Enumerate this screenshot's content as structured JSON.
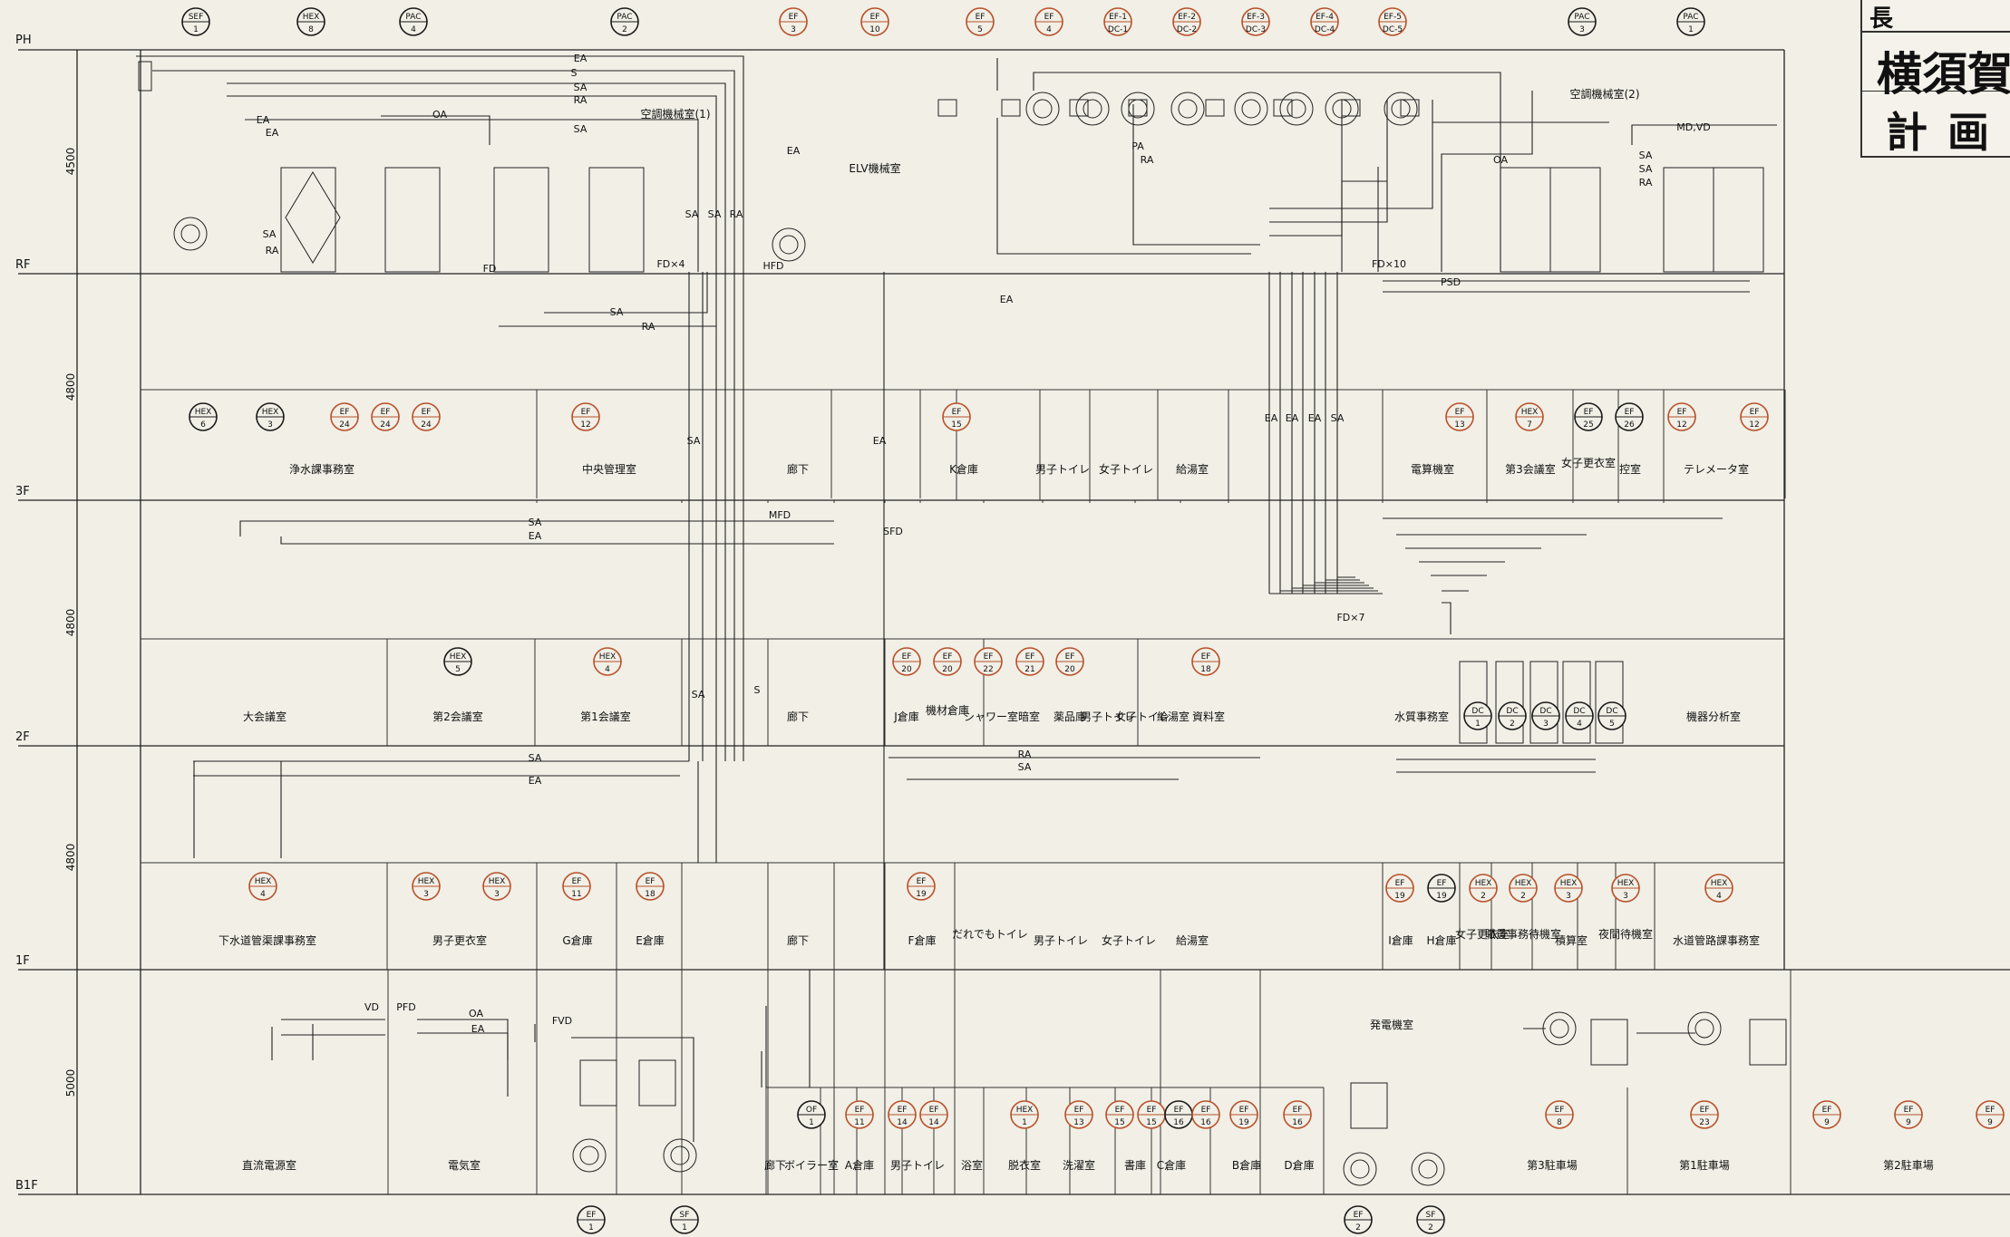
{
  "title_block": {
    "header": "長",
    "line1": "横須賀",
    "line2": "計画"
  },
  "floors": [
    {
      "id": "PH",
      "label": "PH"
    },
    {
      "id": "RF",
      "label": "RF"
    },
    {
      "id": "3F",
      "label": "3F"
    },
    {
      "id": "2F",
      "label": "2F"
    },
    {
      "id": "1F",
      "label": "1F"
    },
    {
      "id": "B1F",
      "label": "B1F"
    }
  ],
  "dimensions": [
    "4500",
    "4800",
    "4800",
    "4800",
    "5000"
  ],
  "top_equipment": [
    {
      "t": "SEF",
      "n": "1",
      "c": "k"
    },
    {
      "t": "HEX",
      "n": "8",
      "c": "k"
    },
    {
      "t": "PAC",
      "n": "4",
      "c": "k"
    },
    {
      "t": "PAC",
      "n": "2",
      "c": "k"
    },
    {
      "t": "EF",
      "n": "3",
      "c": "o"
    },
    {
      "t": "EF",
      "n": "10",
      "c": "o"
    },
    {
      "t": "EF",
      "n": "5",
      "c": "o"
    },
    {
      "t": "EF",
      "n": "4",
      "c": "o"
    },
    {
      "t": "EF-1",
      "n": "DC-1",
      "c": "o"
    },
    {
      "t": "EF-2",
      "n": "DC-2",
      "c": "o"
    },
    {
      "t": "EF-3",
      "n": "DC-3",
      "c": "o"
    },
    {
      "t": "EF-4",
      "n": "DC-4",
      "c": "o"
    },
    {
      "t": "EF-5",
      "n": "DC-5",
      "c": "o"
    },
    {
      "t": "PAC",
      "n": "3",
      "c": "k"
    },
    {
      "t": "PAC",
      "n": "1",
      "c": "k"
    }
  ],
  "bottom_equipment": [
    {
      "t": "EF",
      "n": "1",
      "c": "k"
    },
    {
      "t": "SF",
      "n": "1",
      "c": "k"
    },
    {
      "t": "EF",
      "n": "2",
      "c": "k"
    },
    {
      "t": "SF",
      "n": "2",
      "c": "k"
    }
  ],
  "rooms": [
    {
      "l": "空調機械室(1)"
    },
    {
      "l": "ELV機械室"
    },
    {
      "l": "空調機械室(2)"
    },
    {
      "l": "浄水課事務室"
    },
    {
      "l": "中央管理室"
    },
    {
      "l": "廊下"
    },
    {
      "l": "K倉庫"
    },
    {
      "l": "男子トイレ"
    },
    {
      "l": "女子トイレ"
    },
    {
      "l": "給湯室"
    },
    {
      "l": "電算機室"
    },
    {
      "l": "第3会議室"
    },
    {
      "l": "女子更衣室"
    },
    {
      "l": "控室"
    },
    {
      "l": "テレメータ室"
    },
    {
      "l": "大会議室"
    },
    {
      "l": "第2会議室"
    },
    {
      "l": "第1会議室"
    },
    {
      "l": "廊下"
    },
    {
      "l": "J倉庫"
    },
    {
      "l": "機材倉庫"
    },
    {
      "l": "シャワー室"
    },
    {
      "l": "暗室"
    },
    {
      "l": "薬品庫"
    },
    {
      "l": "男子トイレ"
    },
    {
      "l": "女子トイレ"
    },
    {
      "l": "給湯室"
    },
    {
      "l": "資料室"
    },
    {
      "l": "水質事務室"
    },
    {
      "l": "機器分析室"
    },
    {
      "l": "下水道管渠課事務室"
    },
    {
      "l": "男子更衣室"
    },
    {
      "l": "G倉庫"
    },
    {
      "l": "E倉庫"
    },
    {
      "l": "廊下"
    },
    {
      "l": "F倉庫"
    },
    {
      "l": "だれでもトイレ"
    },
    {
      "l": "男子トイレ"
    },
    {
      "l": "女子トイレ"
    },
    {
      "l": "給湯室"
    },
    {
      "l": "I倉庫"
    },
    {
      "l": "H倉庫"
    },
    {
      "l": "女子更衣室"
    },
    {
      "l": "職員事務待機室"
    },
    {
      "l": "積算室"
    },
    {
      "l": "夜間待機室"
    },
    {
      "l": "水道管路課事務室"
    },
    {
      "l": "直流電源室"
    },
    {
      "l": "電気室"
    },
    {
      "l": "廊下"
    },
    {
      "l": "ボイラー室"
    },
    {
      "l": "A倉庫"
    },
    {
      "l": "男子トイレ"
    },
    {
      "l": "浴室"
    },
    {
      "l": "脱衣室"
    },
    {
      "l": "洗濯室"
    },
    {
      "l": "書庫"
    },
    {
      "l": "C倉庫"
    },
    {
      "l": "B倉庫"
    },
    {
      "l": "D倉庫"
    },
    {
      "l": "発電機室"
    },
    {
      "l": "第3駐車場"
    },
    {
      "l": "第1駐車場"
    },
    {
      "l": "第2駐車場"
    }
  ],
  "floor_equipment": [
    {
      "t": "HEX",
      "n": "6",
      "c": "k"
    },
    {
      "t": "HEX",
      "n": "3",
      "c": "k"
    },
    {
      "t": "EF",
      "n": "24",
      "c": "o"
    },
    {
      "t": "EF",
      "n": "24",
      "c": "o"
    },
    {
      "t": "EF",
      "n": "24",
      "c": "o"
    },
    {
      "t": "EF",
      "n": "12",
      "c": "o"
    },
    {
      "t": "EF",
      "n": "15",
      "c": "o"
    },
    {
      "t": "EF",
      "n": "13",
      "c": "o"
    },
    {
      "t": "HEX",
      "n": "7",
      "c": "o"
    },
    {
      "t": "EF",
      "n": "25",
      "c": "k"
    },
    {
      "t": "EF",
      "n": "26",
      "c": "k"
    },
    {
      "t": "EF",
      "n": "12",
      "c": "o"
    },
    {
      "t": "EF",
      "n": "12",
      "c": "o"
    },
    {
      "t": "HEX",
      "n": "5",
      "c": "k"
    },
    {
      "t": "HEX",
      "n": "4",
      "c": "o"
    },
    {
      "t": "EF",
      "n": "20",
      "c": "o"
    },
    {
      "t": "EF",
      "n": "20",
      "c": "o"
    },
    {
      "t": "EF",
      "n": "22",
      "c": "o"
    },
    {
      "t": "EF",
      "n": "21",
      "c": "o"
    },
    {
      "t": "EF",
      "n": "20",
      "c": "o"
    },
    {
      "t": "EF",
      "n": "18",
      "c": "o"
    },
    {
      "t": "DC",
      "n": "1",
      "c": "k"
    },
    {
      "t": "DC",
      "n": "2",
      "c": "k"
    },
    {
      "t": "DC",
      "n": "3",
      "c": "k"
    },
    {
      "t": "DC",
      "n": "4",
      "c": "k"
    },
    {
      "t": "DC",
      "n": "5",
      "c": "k"
    },
    {
      "t": "HEX",
      "n": "4",
      "c": "o"
    },
    {
      "t": "HEX",
      "n": "3",
      "c": "o"
    },
    {
      "t": "HEX",
      "n": "3",
      "c": "o"
    },
    {
      "t": "EF",
      "n": "11",
      "c": "o"
    },
    {
      "t": "EF",
      "n": "18",
      "c": "o"
    },
    {
      "t": "EF",
      "n": "19",
      "c": "o"
    },
    {
      "t": "EF",
      "n": "19",
      "c": "o"
    },
    {
      "t": "EF",
      "n": "19",
      "c": "k"
    },
    {
      "t": "HEX",
      "n": "2",
      "c": "o"
    },
    {
      "t": "HEX",
      "n": "2",
      "c": "o"
    },
    {
      "t": "HEX",
      "n": "3",
      "c": "o"
    },
    {
      "t": "HEX",
      "n": "3",
      "c": "o"
    },
    {
      "t": "HEX",
      "n": "4",
      "c": "o"
    },
    {
      "t": "OF",
      "n": "1",
      "c": "k"
    },
    {
      "t": "EF",
      "n": "11",
      "c": "o"
    },
    {
      "t": "EF",
      "n": "14",
      "c": "o"
    },
    {
      "t": "EF",
      "n": "14",
      "c": "o"
    },
    {
      "t": "HEX",
      "n": "1",
      "c": "o"
    },
    {
      "t": "EF",
      "n": "13",
      "c": "o"
    },
    {
      "t": "EF",
      "n": "15",
      "c": "o"
    },
    {
      "t": "EF",
      "n": "15",
      "c": "o"
    },
    {
      "t": "EF",
      "n": "16",
      "c": "k"
    },
    {
      "t": "EF",
      "n": "16",
      "c": "o"
    },
    {
      "t": "EF",
      "n": "19",
      "c": "o"
    },
    {
      "t": "EF",
      "n": "16",
      "c": "o"
    },
    {
      "t": "EF",
      "n": "8",
      "c": "o"
    },
    {
      "t": "EF",
      "n": "23",
      "c": "o"
    },
    {
      "t": "EF",
      "n": "9",
      "c": "o"
    },
    {
      "t": "EF",
      "n": "9",
      "c": "o"
    },
    {
      "t": "EF",
      "n": "9",
      "c": "o"
    }
  ],
  "duct_labels": [
    {
      "s": "EA"
    },
    {
      "s": "S"
    },
    {
      "s": "SA"
    },
    {
      "s": "RA"
    },
    {
      "s": "OA"
    },
    {
      "s": "SA"
    },
    {
      "s": "EA"
    },
    {
      "s": "EA"
    },
    {
      "s": "EA"
    },
    {
      "s": "SA"
    },
    {
      "s": "SA"
    },
    {
      "s": "RA"
    },
    {
      "s": "OA"
    },
    {
      "s": "SA"
    },
    {
      "s": "SA"
    },
    {
      "s": "RA"
    },
    {
      "s": "RA"
    },
    {
      "s": "SA"
    },
    {
      "s": "SA"
    },
    {
      "s": "RA"
    },
    {
      "s": "SA"
    },
    {
      "s": "EA"
    },
    {
      "s": "SA"
    },
    {
      "s": "EA"
    },
    {
      "s": "EA"
    },
    {
      "s": "EA"
    },
    {
      "s": "EA"
    },
    {
      "s": "EA"
    },
    {
      "s": "SA"
    },
    {
      "s": "PA"
    },
    {
      "s": "RA"
    },
    {
      "s": "SA"
    },
    {
      "s": "EA"
    },
    {
      "s": "RA"
    },
    {
      "s": "SA"
    },
    {
      "s": "OA"
    },
    {
      "s": "EA"
    },
    {
      "s": "VD"
    },
    {
      "s": "PFD"
    },
    {
      "s": "FVD"
    },
    {
      "s": "MD,VD"
    },
    {
      "s": "FD"
    },
    {
      "s": "FD×4"
    },
    {
      "s": "HFD"
    },
    {
      "s": "FD×10"
    },
    {
      "s": "PSD"
    },
    {
      "s": "MFD"
    },
    {
      "s": "SFD"
    },
    {
      "s": "FD×7"
    },
    {
      "s": "S"
    },
    {
      "s": "SA"
    }
  ],
  "colors": {
    "ink": "#1a1a1a",
    "equip_orange": "#b8502a",
    "paper": "#f1efe6"
  }
}
